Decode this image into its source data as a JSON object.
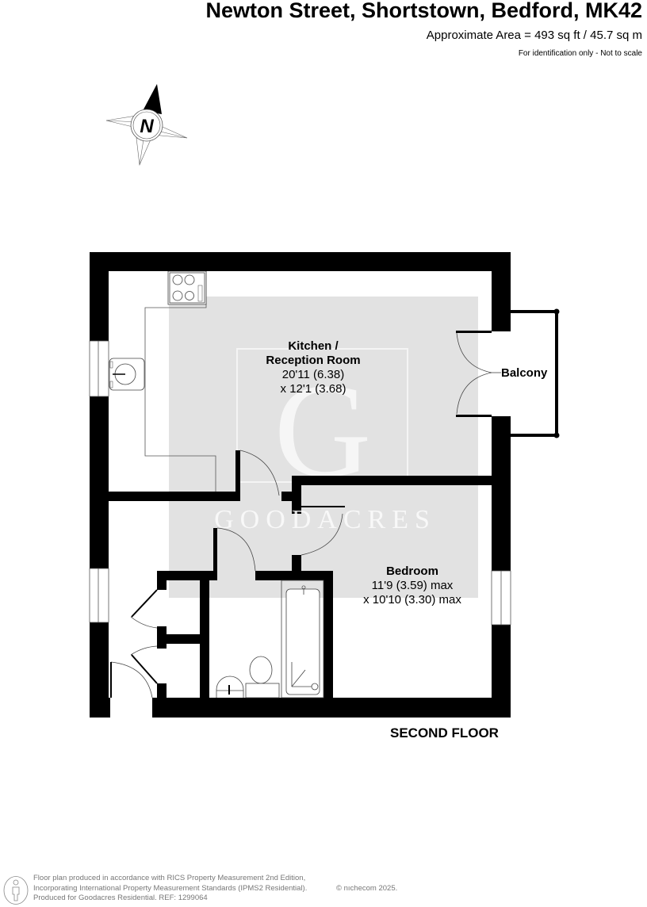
{
  "header": {
    "title": "Newton Street, Shortstown, Bedford, MK42",
    "area": "Approximate Area = 493 sq ft / 45.7 sq m",
    "note": "For identification only - Not to scale"
  },
  "compass": {
    "letter": "N",
    "icon": "north-arrow-compass-icon"
  },
  "watermark": {
    "letter": "G",
    "name": "GOODACRES",
    "background": "#e2e2e2"
  },
  "rooms": {
    "kitchen": {
      "name_line1": "Kitchen /",
      "name_line2": "Reception Room",
      "dim1": "20'11 (6.38)",
      "dim2": "x 12'1 (3.68)"
    },
    "bedroom": {
      "name": "Bedroom",
      "dim1": "11'9 (3.59) max",
      "dim2": "x 10'10 (3.30) max"
    },
    "balcony": {
      "name": "Balcony"
    }
  },
  "floor": {
    "label": "SECOND FLOOR"
  },
  "footer": {
    "line1": "Floor plan produced in accordance with RICS Property Measurement 2nd Edition,",
    "line2": "Incorporating International Property Measurement Standards (IPMS2 Residential).",
    "line3": "Produced for Goodacres Residential.   REF: 1299064",
    "copyright": "© nıchecom 2025.",
    "icon": "person-info-icon"
  },
  "colors": {
    "wall": "#000000",
    "watermark_fill": "#e2e2e2",
    "fixture_line": "#444444",
    "footer_text": "#777777"
  }
}
